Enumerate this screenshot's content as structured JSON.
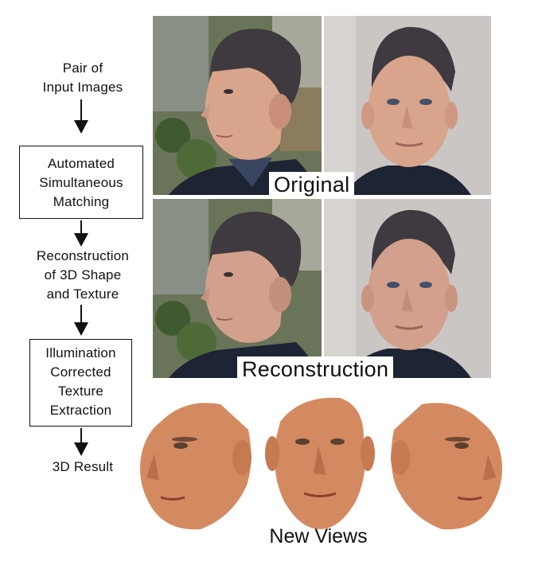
{
  "pipeline": {
    "step1": "Pair of\nInput Images",
    "step2": "Automated\nSimultaneous\nMatching",
    "step3": "Reconstruction\nof 3D Shape\nand Texture",
    "step4": "Illumination\nCorrected\nTexture\nExtraction",
    "step5": "3D Result"
  },
  "captions": {
    "original": "Original",
    "reconstruction": "Reconstruction",
    "new_views": "New Views"
  },
  "colors": {
    "skin": "#d9a48c",
    "skin_render": "#d48a60",
    "hair": "#3e3a40",
    "bg_outdoor": "#6a7458",
    "bg_studio": "#c9c6c4",
    "jacket": "#1d2433"
  },
  "icons": [
    "arrow-down-icon"
  ]
}
